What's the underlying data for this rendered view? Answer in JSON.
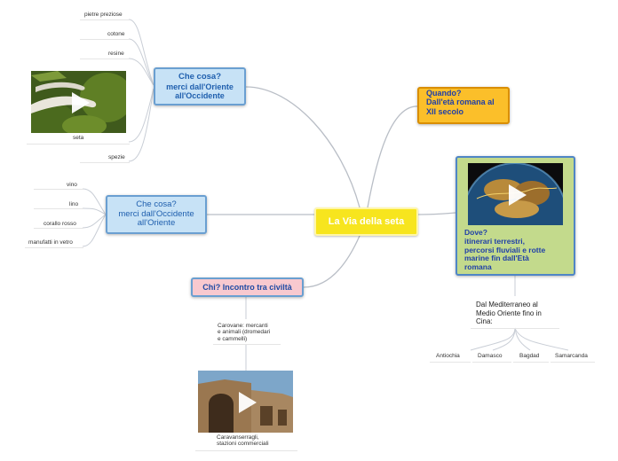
{
  "central": {
    "label": "La Via della seta"
  },
  "branch_east_west": {
    "line1": "Che cosa?",
    "line2": "merci dall'Oriente",
    "line3": "all'Occidente",
    "items": [
      "pietre preziose",
      "cotone",
      "resine",
      "seta",
      "spezie"
    ]
  },
  "branch_west_east": {
    "line1": "Che cosa?",
    "line2": "merci dall'Occidente",
    "line3": "all'Oriente",
    "items": [
      "vino",
      "lino",
      "corallo rosso",
      "manufatti in vetro"
    ]
  },
  "branch_when": {
    "line1": "Quando?",
    "line2": "Dall'età romana al",
    "line3": "XII secolo"
  },
  "branch_where": {
    "line1": "Dove?",
    "line2": "itinerari terrestri,",
    "line3": "percorsi fluviali  e rotte",
    "line4": "marine fin dall'Età",
    "line5": "romana",
    "sub_line1": "Dal Mediterraneo al",
    "sub_line2": "Medio Oriente fino in",
    "sub_line3": "Cina:",
    "cities": [
      "Antiochia",
      "Damasco",
      "Bagdad",
      "Samarcanda"
    ]
  },
  "branch_who": {
    "label": "Chi?  Incontro tra civiltà",
    "caravans_line1": "Carovane: mercanti",
    "caravans_line2": "e animali (dromedari",
    "caravans_line3": "e cammelli)",
    "caravanserai_line1": "Caravanserragli,",
    "caravanserai_line2": "stazioni commerciali"
  },
  "icons": [
    "play-icon"
  ],
  "colors": {
    "central": "#f7e51e",
    "blue_node": "#c7e2f6",
    "orange_node": "#fbbf2a",
    "pink_node": "#f8c9cf",
    "green_node": "#c3da8c",
    "connector": "#b9bec6"
  }
}
